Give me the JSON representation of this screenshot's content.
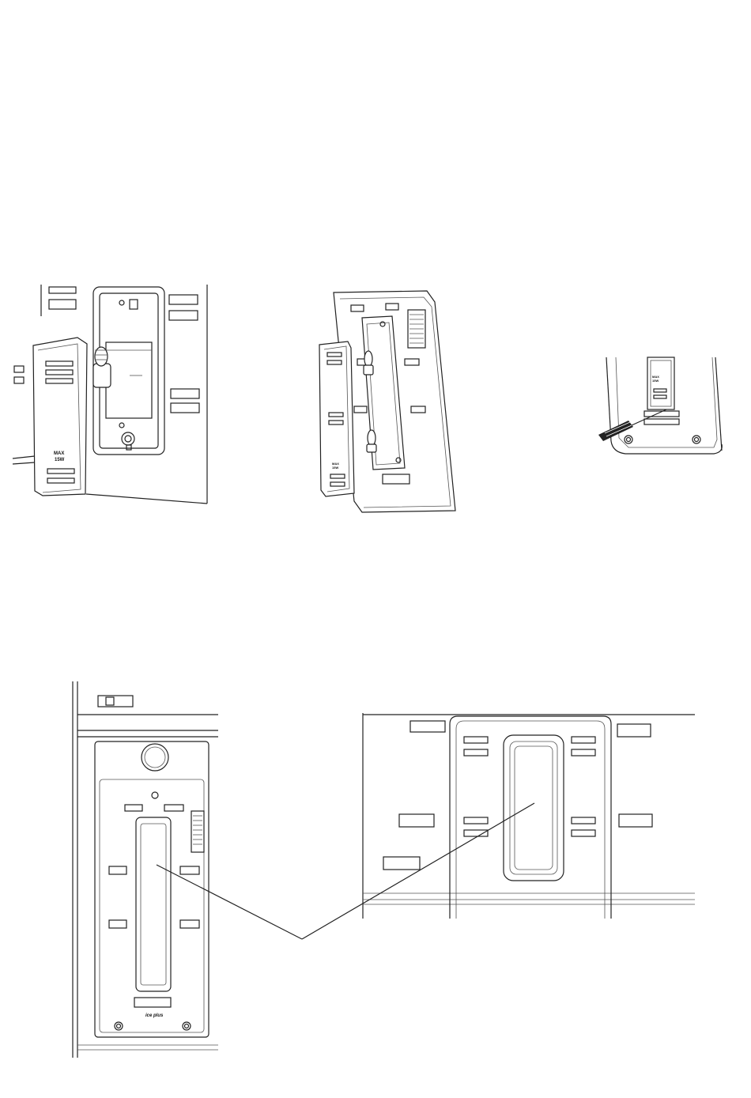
{
  "figures": {
    "fig1": {
      "cover_label_line1": "MAX",
      "cover_label_line2": "15W"
    },
    "fig2": {
      "cover_label_line1": "MAX",
      "cover_label_line2": "15W"
    },
    "fig3": {
      "cover_label_line1": "MAX",
      "cover_label_line2": "15W"
    },
    "fig4": {
      "logo_text": "ice plus"
    },
    "fig5": {}
  },
  "colors": {
    "line": "#222222",
    "background": "#ffffff"
  }
}
